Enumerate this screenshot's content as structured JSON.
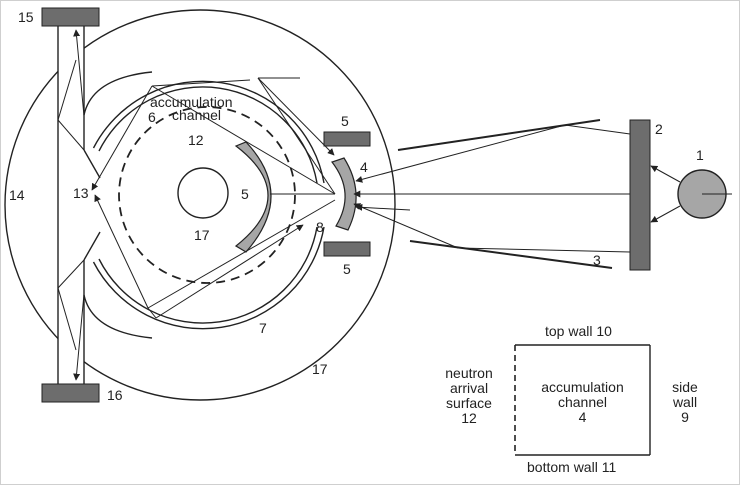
{
  "colors": {
    "line": "#222222",
    "part_fill": "#6d6d6d",
    "mirror_fill": "#a6a6a6",
    "background": "#ffffff",
    "border": "#cfcfcf"
  },
  "labels": {
    "n1": "1",
    "n2": "2",
    "n3": "3",
    "n4": "4",
    "n5_top": "5",
    "n5_bottom": "5",
    "n5_center": "5",
    "n6": "6",
    "n7": "7",
    "n8": "8",
    "n12": "12",
    "n13": "13",
    "n14": "14",
    "n15": "15",
    "n16": "16",
    "n17_inner": "17",
    "n17_outer": "17",
    "accumulation_line1": "accumulation",
    "accumulation_line2": "channel"
  },
  "legend": {
    "top_wall": "top wall 10",
    "bottom_wall": "bottom wall 11",
    "side_wall_line1": "side",
    "side_wall_line2": "wall",
    "side_wall_num": "9",
    "arrival_line1": "neutron",
    "arrival_line2": "arrival",
    "arrival_line3": "surface",
    "arrival_num": "12",
    "channel_line1": "accumulation",
    "channel_line2": "channel",
    "channel_num": "4"
  }
}
